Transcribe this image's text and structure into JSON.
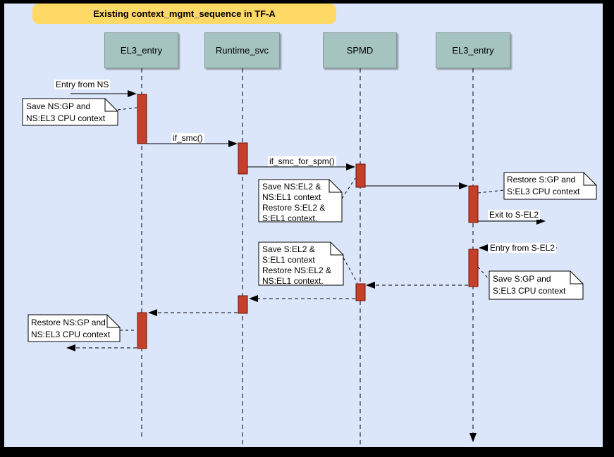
{
  "title": {
    "label": "Existing context_mgmt_sequence in TF-A"
  },
  "actors": [
    {
      "label": "EL3_entry"
    },
    {
      "label": "Runtime_svc"
    },
    {
      "label": "SPMD"
    },
    {
      "label": "EL3_entry"
    }
  ],
  "messages": {
    "entry_from_ns": {
      "label": "Entry from NS"
    },
    "if_smc": {
      "label": "if_smc()"
    },
    "if_smc_for_spm": {
      "label": "if_smc_for_spm()"
    },
    "exit_to_s_el2": {
      "label": "Exit to S-EL2"
    },
    "entry_from_s_el2": {
      "label": "Entry from S-EL2"
    }
  },
  "notes": {
    "save_ns_gp": {
      "text": "Save NS:GP and\nNS:EL3 CPU context"
    },
    "save_ns_el2": {
      "text": "Save NS:EL2 &\nNS:EL1 context\nRestore S:EL2 &\nS:EL1 context."
    },
    "restore_s_gp": {
      "text": "Restore S:GP and\nS:EL3 CPU context"
    },
    "save_s_el2": {
      "text": "Save S:EL2 &\nS:EL1 context\nRestore NS:EL2 &\nNS:EL1 context."
    },
    "save_s_gp": {
      "text": "Save S:GP and\nS:EL3 CPU context"
    },
    "restore_ns_gp": {
      "text": "Restore NS:GP and\nNS:EL3 CPU context"
    }
  },
  "colors": {
    "background": "#dce6fa",
    "frame": "#000000",
    "title-fill": "#ffd966",
    "actor-fill": "#a5c3bf",
    "activation-fill": "#c4402a",
    "activation-border": "#6e1104",
    "line": "#000000",
    "note-fill": "#ffffff"
  }
}
